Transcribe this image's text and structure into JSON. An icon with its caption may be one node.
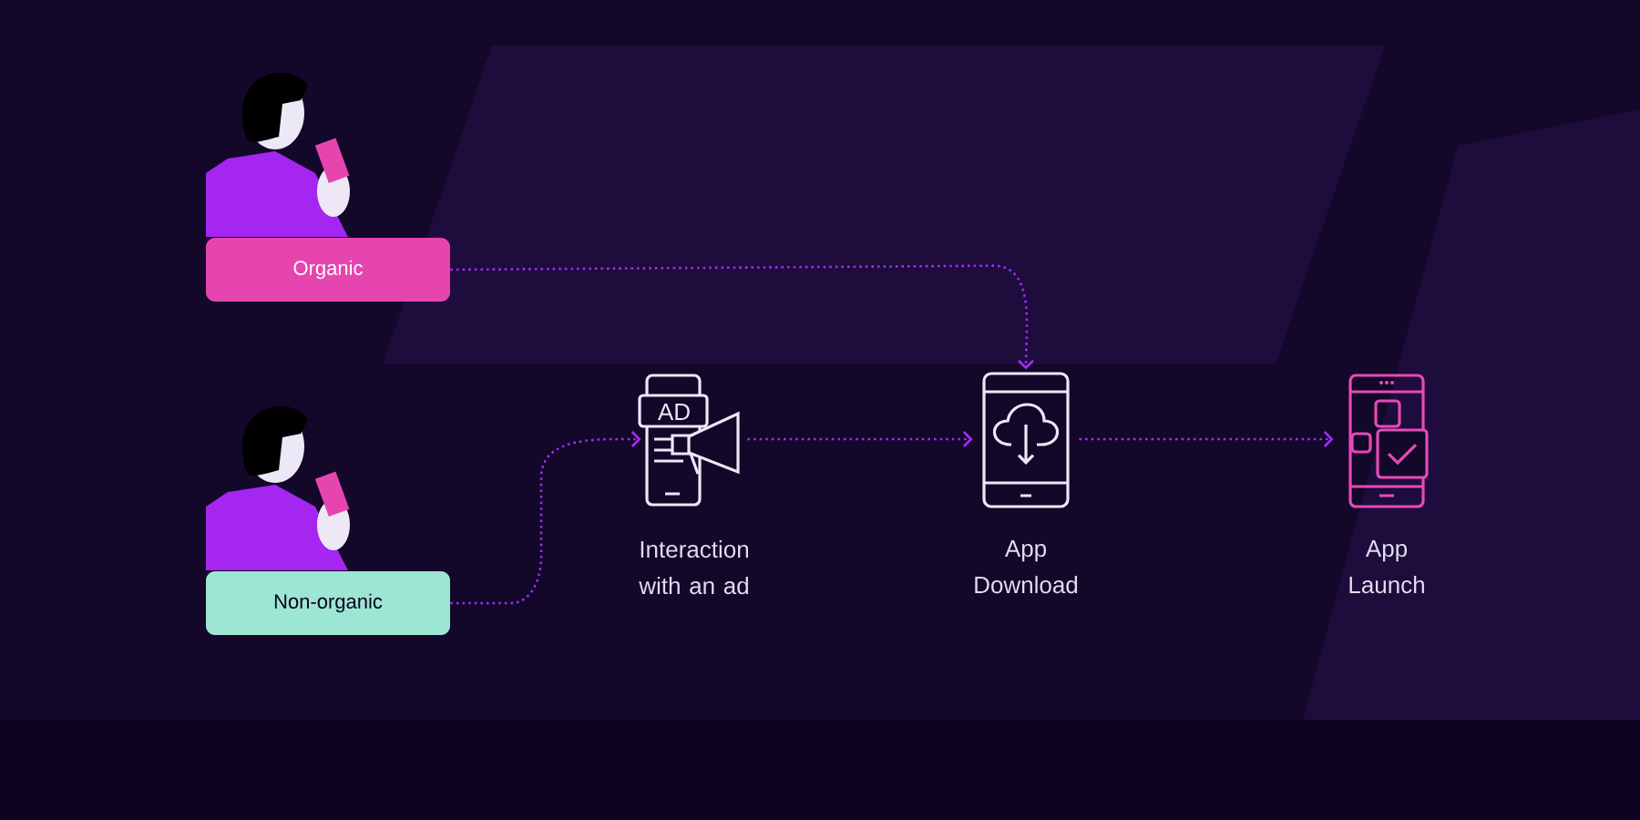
{
  "diagram": {
    "nodes": [
      {
        "text": [
          "Organic"
        ]
      },
      {
        "text": [
          "Non-organic"
        ]
      },
      {
        "text": [],
        "shape": "picture",
        "beside": [
          "Interaction with an ad"
        ]
      },
      {
        "text": [],
        "shape": "picture",
        "beside": [
          "App Download"
        ]
      },
      {
        "text": [],
        "shape": "picture",
        "beside": [
          "App Launch"
        ]
      }
    ],
    "edges": [
      {
        "from": 0,
        "to": 3,
        "arrow": "to"
      },
      {
        "from": 1,
        "to": 2,
        "arrow": "to"
      },
      {
        "from": 2,
        "to": 3,
        "arrow": "to"
      },
      {
        "from": 3,
        "to": 4,
        "arrow": "to"
      }
    ],
    "labels": [
      "AD"
    ]
  }
}
